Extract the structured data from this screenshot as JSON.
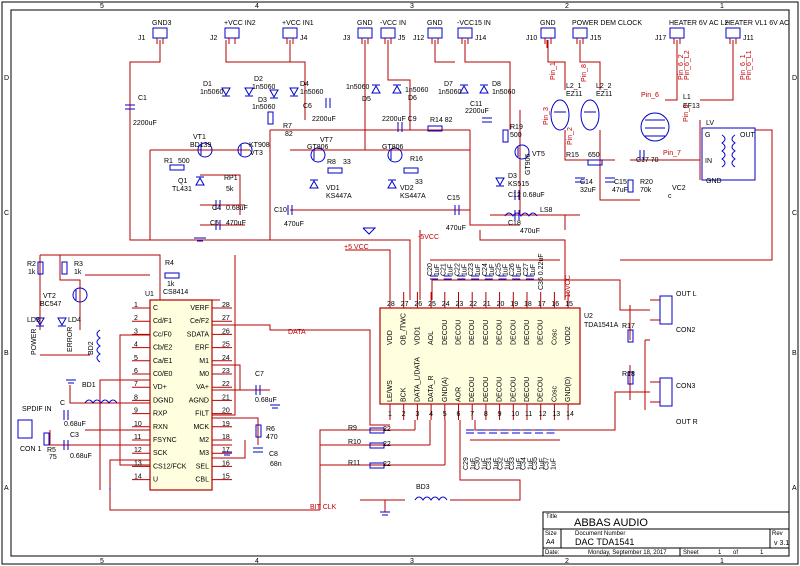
{
  "title_block": {
    "title_label": "Title",
    "title": "ABBAS AUDIO",
    "size_label": "Size",
    "size": "A4",
    "docnum_label": "Document Number",
    "docnum": "DAC TDA1541",
    "rev_label": "Rev",
    "rev": "v 3.1",
    "date_label": "Date:",
    "date": "Monday, September 18, 2017",
    "sheet_label": "Sheet",
    "sheet_num": "1",
    "of_label": "of",
    "sheet_total": "1"
  },
  "border": {
    "cols": [
      "5",
      "4",
      "3",
      "2",
      "1"
    ],
    "rows": [
      "D",
      "C",
      "B",
      "A"
    ]
  },
  "connectors": [
    {
      "ref": "J1",
      "net": "GND3"
    },
    {
      "ref": "J2",
      "net": "+VCC IN2"
    },
    {
      "ref": "J4",
      "net": "+VCC IN1"
    },
    {
      "ref": "J3",
      "net": "GND"
    },
    {
      "ref": "J5",
      "net": "-VCC IN"
    },
    {
      "ref": "J12",
      "net": "GND"
    },
    {
      "ref": "J14",
      "net": "-VCC15 IN"
    },
    {
      "ref": "J10",
      "net": "GND"
    },
    {
      "ref": "J15",
      "net": "POWER DEM CLOCK"
    },
    {
      "ref": "J17",
      "net": "HEATER 6V AC L2"
    },
    {
      "ref": "J11",
      "net": "HEATER VL1 6V AC"
    }
  ],
  "ic_u1": {
    "ref": "U1",
    "part": "CS8414",
    "left_pins": [
      {
        "num": "1",
        "name": "C"
      },
      {
        "num": "2",
        "name": "Cd/F1"
      },
      {
        "num": "3",
        "name": "Cc/F0"
      },
      {
        "num": "4",
        "name": "Cb/E2"
      },
      {
        "num": "5",
        "name": "Ca/E1"
      },
      {
        "num": "6",
        "name": "C0/E0"
      },
      {
        "num": "7",
        "name": "VD+"
      },
      {
        "num": "8",
        "name": "DGND"
      },
      {
        "num": "9",
        "name": "RXP"
      },
      {
        "num": "10",
        "name": "RXN"
      },
      {
        "num": "11",
        "name": "FSYNC"
      },
      {
        "num": "12",
        "name": "SCK"
      },
      {
        "num": "13",
        "name": "CS12/FCK"
      },
      {
        "num": "14",
        "name": "U"
      }
    ],
    "right_pins": [
      {
        "num": "28",
        "name": "VERF"
      },
      {
        "num": "27",
        "name": "Ce/F2"
      },
      {
        "num": "26",
        "name": "SDATA"
      },
      {
        "num": "25",
        "name": "ERF"
      },
      {
        "num": "24",
        "name": "M1"
      },
      {
        "num": "23",
        "name": "M0"
      },
      {
        "num": "22",
        "name": "VA+"
      },
      {
        "num": "21",
        "name": "AGND"
      },
      {
        "num": "20",
        "name": "FILT"
      },
      {
        "num": "19",
        "name": "MCK"
      },
      {
        "num": "18",
        "name": "M2"
      },
      {
        "num": "17",
        "name": "M3"
      },
      {
        "num": "16",
        "name": "SEL"
      },
      {
        "num": "15",
        "name": "CBL"
      }
    ]
  },
  "ic_u2": {
    "ref": "U2",
    "part": "TDA1541A",
    "top_pins": [
      {
        "num": "28",
        "name": "VDD"
      },
      {
        "num": "27",
        "name": "OB_/TWC"
      },
      {
        "num": "26",
        "name": "VDD1"
      },
      {
        "num": "25",
        "name": "AOL"
      },
      {
        "num": "24",
        "name": "DECOU"
      },
      {
        "num": "23",
        "name": "DECOU"
      },
      {
        "num": "22",
        "name": "DECOU"
      },
      {
        "num": "21",
        "name": "DECOU"
      },
      {
        "num": "20",
        "name": "DECOU"
      },
      {
        "num": "19",
        "name": "DECOU"
      },
      {
        "num": "18",
        "name": "DECOU"
      },
      {
        "num": "17",
        "name": "DECOU"
      },
      {
        "num": "16",
        "name": "Cosc"
      },
      {
        "num": "15",
        "name": "VDD2"
      }
    ],
    "bottom_pins": [
      {
        "num": "1",
        "name": "LE/WS"
      },
      {
        "num": "2",
        "name": "BCK"
      },
      {
        "num": "3",
        "name": "DATA_L/DATA"
      },
      {
        "num": "4",
        "name": "DATA_R"
      },
      {
        "num": "5",
        "name": "GND(A)"
      },
      {
        "num": "6",
        "name": "AOR"
      },
      {
        "num": "7",
        "name": "DECOU"
      },
      {
        "num": "8",
        "name": "DECOU"
      },
      {
        "num": "9",
        "name": "DECOU"
      },
      {
        "num": "10",
        "name": "DECOU"
      },
      {
        "num": "11",
        "name": "DECOU"
      },
      {
        "num": "12",
        "name": "DECOU"
      },
      {
        "num": "13",
        "name": "Cosc"
      },
      {
        "num": "14",
        "name": "GND(D)"
      }
    ]
  },
  "nets": {
    "plus5": "+5 VCC",
    "minus5": "-5VCC",
    "minus15": "-15VCC",
    "data": "DATA",
    "bitclk": "BIT CLK"
  },
  "labels": [
    {
      "id": "d1",
      "text": "D1"
    },
    {
      "id": "d1v",
      "text": "1n5060"
    },
    {
      "id": "d2",
      "text": "D2"
    },
    {
      "id": "d2v",
      "text": "1n5060"
    },
    {
      "id": "d3",
      "text": "D3"
    },
    {
      "id": "d3v",
      "text": "1n5060"
    },
    {
      "id": "d4",
      "text": "D4"
    },
    {
      "id": "d4v",
      "text": "1n5060"
    },
    {
      "id": "d5v",
      "text": "1n5060"
    },
    {
      "id": "d5",
      "text": "D5"
    },
    {
      "id": "d6v",
      "text": "1n5060"
    },
    {
      "id": "d6",
      "text": "D6"
    },
    {
      "id": "d7",
      "text": "D7"
    },
    {
      "id": "d7v",
      "text": "1n5060"
    },
    {
      "id": "d8",
      "text": "D8"
    },
    {
      "id": "d8v",
      "text": "1n5060"
    },
    {
      "id": "c1",
      "text": "C1"
    },
    {
      "id": "c1v",
      "text": "2200uF"
    },
    {
      "id": "c6",
      "text": "C6"
    },
    {
      "id": "c6v",
      "text": "2200uF"
    },
    {
      "id": "c9",
      "text": "2200uF  C9"
    },
    {
      "id": "c11",
      "text": "C11"
    },
    {
      "id": "c11v",
      "text": "2200uF"
    },
    {
      "id": "r14",
      "text": "R14 82"
    },
    {
      "id": "vt1",
      "text": "VT1"
    },
    {
      "id": "vt1v",
      "text": "BD139"
    },
    {
      "id": "kt908",
      "text": "KT908"
    },
    {
      "id": "vt3",
      "text": "VT3"
    },
    {
      "id": "r7",
      "text": "R7"
    },
    {
      "id": "r7v",
      "text": "82"
    },
    {
      "id": "vt7",
      "text": "VT7"
    },
    {
      "id": "gt806a",
      "text": "GT806"
    },
    {
      "id": "gt806b",
      "text": "GT806"
    },
    {
      "id": "r8",
      "text": "R8"
    },
    {
      "id": "r8v",
      "text": "33"
    },
    {
      "id": "r16",
      "text": "R16"
    },
    {
      "id": "r16v",
      "text": "33"
    },
    {
      "id": "r19",
      "text": "R19"
    },
    {
      "id": "r19v",
      "text": "500"
    },
    {
      "id": "vt5",
      "text": "VT5"
    },
    {
      "id": "gt906",
      "text": "GT906"
    },
    {
      "id": "r1",
      "text": "R1"
    },
    {
      "id": "r1v",
      "text": "500"
    },
    {
      "id": "q1",
      "text": "Q1"
    },
    {
      "id": "q1v",
      "text": "TL431"
    },
    {
      "id": "rp1",
      "text": "RP1"
    },
    {
      "id": "rp1v",
      "text": "5k"
    },
    {
      "id": "c4",
      "text": "C4"
    },
    {
      "id": "c4v",
      "text": "0.68uF"
    },
    {
      "id": "c5",
      "text": "C5"
    },
    {
      "id": "c5v",
      "text": "470uF"
    },
    {
      "id": "vd1",
      "text": "VD1"
    },
    {
      "id": "vd1v",
      "text": "KS447A"
    },
    {
      "id": "vd2",
      "text": "VD2"
    },
    {
      "id": "vd2v",
      "text": "KS447A"
    },
    {
      "id": "d3b",
      "text": "D3"
    },
    {
      "id": "ks515",
      "text": "KS515"
    },
    {
      "id": "c10",
      "text": "C10"
    },
    {
      "id": "c10v",
      "text": "470uF"
    },
    {
      "id": "c15",
      "text": "C15"
    },
    {
      "id": "c15v",
      "text": "470uF"
    },
    {
      "id": "c12",
      "text": "C12  0.68uF"
    },
    {
      "id": "c18",
      "text": "C18"
    },
    {
      "id": "c18v",
      "text": "470uF"
    },
    {
      "id": "ls8",
      "text": "LS8"
    },
    {
      "id": "r15",
      "text": "R15"
    },
    {
      "id": "r15v",
      "text": "650"
    },
    {
      "id": "c14",
      "text": "C14"
    },
    {
      "id": "c14v",
      "text": "32uF"
    },
    {
      "id": "c15b",
      "text": "C15"
    },
    {
      "id": "c15bv",
      "text": "47uF"
    },
    {
      "id": "r20",
      "text": "R20"
    },
    {
      "id": "r20v",
      "text": "70k"
    },
    {
      "id": "vc2",
      "text": "VC2"
    },
    {
      "id": "vc2v",
      "text": "c"
    },
    {
      "id": "c17",
      "text": "C17 70"
    },
    {
      "id": "l2_1",
      "text": "L2_1"
    },
    {
      "id": "ez11a",
      "text": "EZ11"
    },
    {
      "id": "l2_2",
      "text": "L2_2"
    },
    {
      "id": "ez11b",
      "text": "EZ11"
    },
    {
      "id": "l1",
      "text": "L1"
    },
    {
      "id": "ef13",
      "text": "EF13"
    },
    {
      "id": "lv",
      "text": "LV"
    },
    {
      "id": "lv_g",
      "text": "G"
    },
    {
      "id": "lv_in",
      "text": "IN"
    },
    {
      "id": "lv_out",
      "text": "OUT"
    },
    {
      "id": "lv_gnd",
      "text": "GND"
    },
    {
      "id": "pin3",
      "text": "Pin_3"
    },
    {
      "id": "pin8",
      "text": "Pin_8"
    },
    {
      "id": "pin2",
      "text": "Pin_2"
    },
    {
      "id": "pin7",
      "text": "Pin_7"
    },
    {
      "id": "pin1",
      "text": "Pin_1"
    },
    {
      "id": "pin9",
      "text": "Pin_9"
    },
    {
      "id": "pin6a",
      "text": "Pin_6"
    },
    {
      "id": "pin61",
      "text": "Pin_6_1"
    },
    {
      "id": "pin6l",
      "text": "Pin_6_L1"
    },
    {
      "id": "pin62",
      "text": "Pin_6_2"
    },
    {
      "id": "pin6l2",
      "text": "Pin_6_L2"
    },
    {
      "id": "r2",
      "text": "R2"
    },
    {
      "id": "r2v",
      "text": "1k"
    },
    {
      "id": "r3",
      "text": "R3"
    },
    {
      "id": "r3v",
      "text": "1k"
    },
    {
      "id": "r4",
      "text": "R4"
    },
    {
      "id": "r4v",
      "text": "1k"
    },
    {
      "id": "cs8414",
      "text": "CS8414"
    },
    {
      "id": "vt2",
      "text": "VT2"
    },
    {
      "id": "vt2v",
      "text": "BC547"
    },
    {
      "id": "ld3",
      "text": "LD3"
    },
    {
      "id": "ld4",
      "text": "LD4"
    },
    {
      "id": "power",
      "text": "POWER"
    },
    {
      "id": "error",
      "text": "ERROR"
    },
    {
      "id": "bd2",
      "text": "BD2"
    },
    {
      "id": "bd1",
      "text": "BD1"
    },
    {
      "id": "bd3",
      "text": "BD3"
    },
    {
      "id": "spdif",
      "text": "SPDIF IN"
    },
    {
      "id": "con1",
      "text": "CON 1"
    },
    {
      "id": "c_in",
      "text": "C"
    },
    {
      "id": "c_inv",
      "text": "0.68uF"
    },
    {
      "id": "c3",
      "text": "C3"
    },
    {
      "id": "c3v",
      "text": "0.68uF"
    },
    {
      "id": "r5",
      "text": "R5"
    },
    {
      "id": "r5v",
      "text": "75"
    },
    {
      "id": "c7",
      "text": "C7"
    },
    {
      "id": "c7v",
      "text": "0.68uF"
    },
    {
      "id": "r6",
      "text": "R6"
    },
    {
      "id": "r6v",
      "text": "470"
    },
    {
      "id": "c8",
      "text": "C8"
    },
    {
      "id": "c8v",
      "text": "68n"
    },
    {
      "id": "r9",
      "text": "R9"
    },
    {
      "id": "r9v",
      "text": "22"
    },
    {
      "id": "r10",
      "text": "R10"
    },
    {
      "id": "r10v",
      "text": "22"
    },
    {
      "id": "r11",
      "text": "R11"
    },
    {
      "id": "r11v",
      "text": "22"
    },
    {
      "id": "r17",
      "text": "R17"
    },
    {
      "id": "r18",
      "text": "R18"
    },
    {
      "id": "outl",
      "text": "OUT L"
    },
    {
      "id": "con2",
      "text": "CON2"
    },
    {
      "id": "outr",
      "text": "OUT R"
    },
    {
      "id": "con3",
      "text": "CON3"
    },
    {
      "id": "c36",
      "text": "C36 0.22uF"
    }
  ],
  "decoupling_caps_top": [
    {
      "ref": "C20",
      "val": "1uF"
    },
    {
      "ref": "C21",
      "val": "1uF"
    },
    {
      "ref": "C22",
      "val": "1uF"
    },
    {
      "ref": "C23",
      "val": "1uF"
    },
    {
      "ref": "C24",
      "val": "1uF"
    },
    {
      "ref": "C25",
      "val": "1uF"
    },
    {
      "ref": "C26",
      "val": "1uF"
    },
    {
      "ref": "C27",
      "val": "1uF"
    }
  ],
  "decoupling_caps_bottom": [
    {
      "ref": "C29",
      "val": "1uF"
    },
    {
      "ref": "C30",
      "val": "1uF"
    },
    {
      "ref": "C31",
      "val": "1uF"
    },
    {
      "ref": "C32",
      "val": "1uF"
    },
    {
      "ref": "C33",
      "val": "1uF"
    },
    {
      "ref": "C34",
      "val": "1uF"
    },
    {
      "ref": "C35",
      "val": "1uF"
    },
    {
      "ref": "C37",
      "val": "1uF"
    }
  ]
}
